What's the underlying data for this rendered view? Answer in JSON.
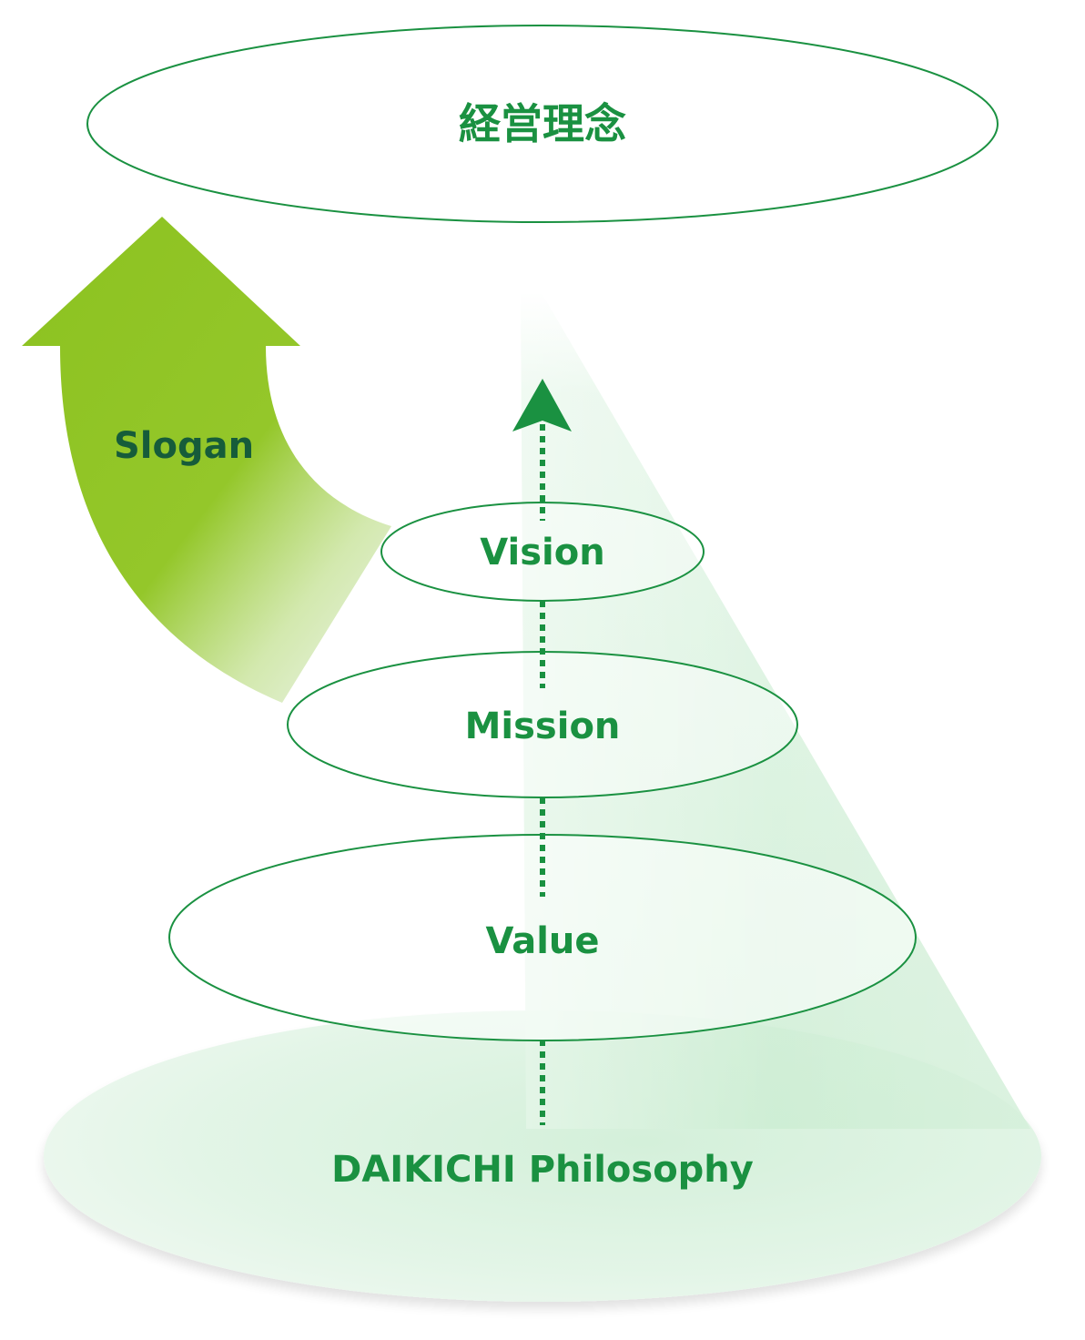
{
  "diagram": {
    "top_node": {
      "label": "経営理念"
    },
    "slogan_arrow": {
      "label": "Slogan"
    },
    "nodes": [
      {
        "id": "vision",
        "label": "Vision"
      },
      {
        "id": "mission",
        "label": "Mission"
      },
      {
        "id": "value",
        "label": "Value"
      },
      {
        "id": "philosophy",
        "label": "DAIKICHI Philosophy"
      }
    ],
    "colors": {
      "primary_green": "#1a9141",
      "slogan_arrow_green": "#8cc220",
      "slogan_text": "#165c3a",
      "beam_green": "#bfe8c8",
      "base_green": "#dcf3e1"
    }
  }
}
